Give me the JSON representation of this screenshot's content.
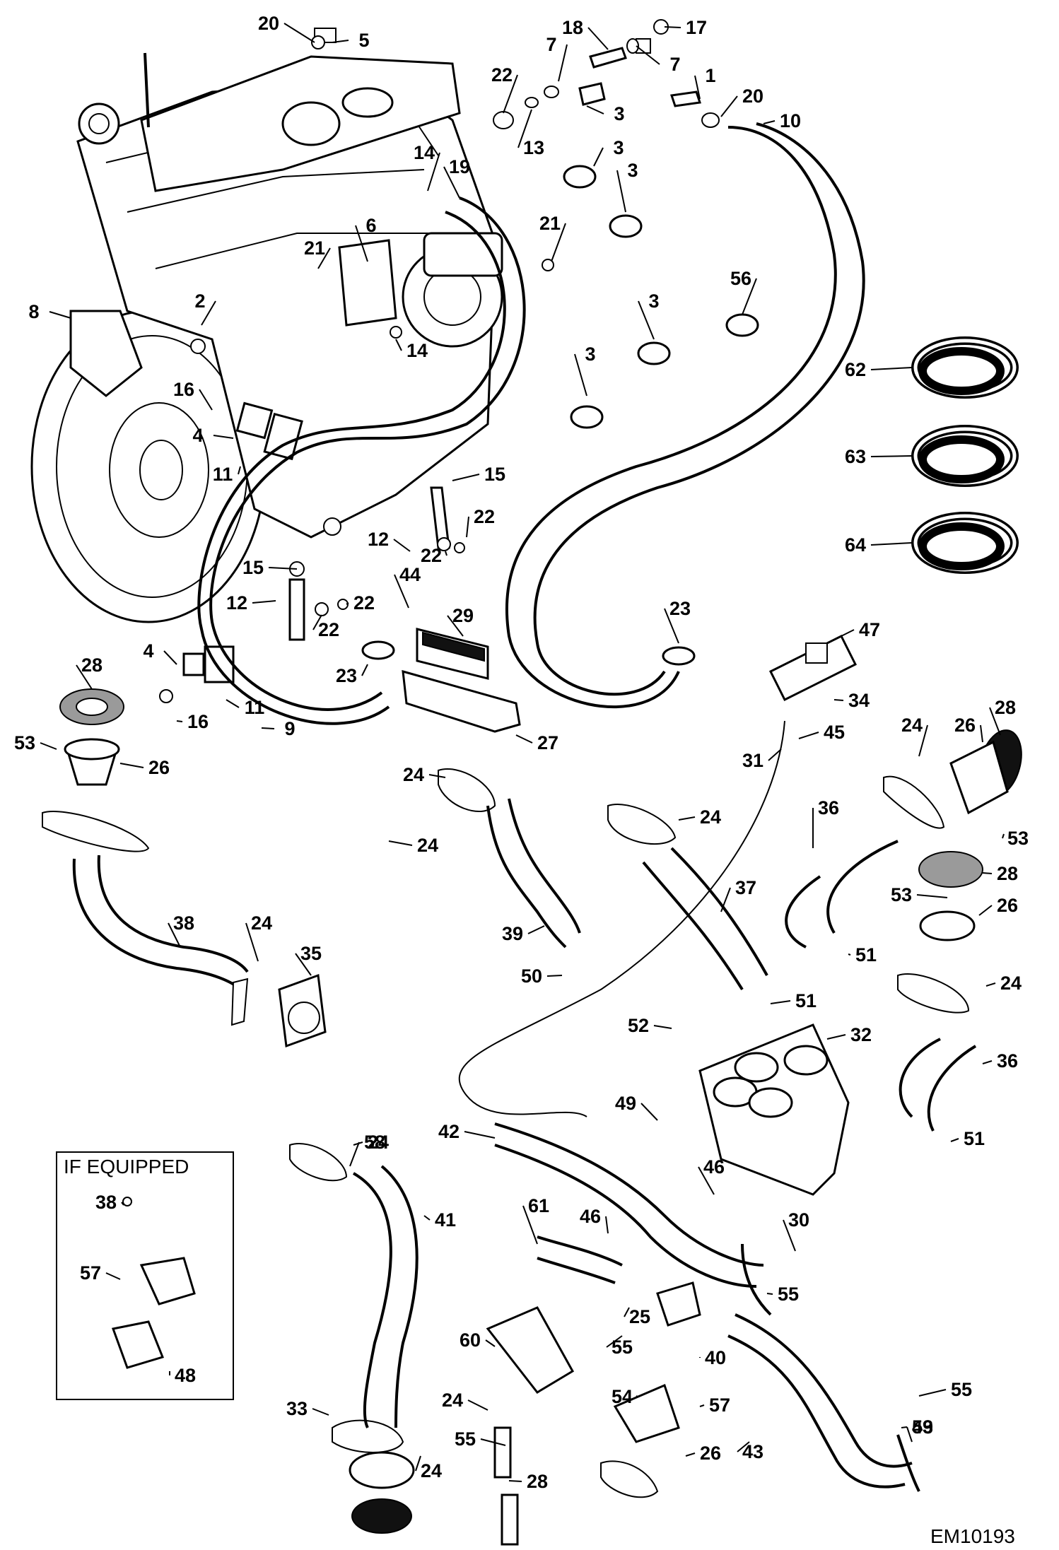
{
  "figure_code": "EM10193",
  "inset": {
    "title": "IF EQUIPPED"
  },
  "callouts": [
    {
      "label": "20"
    },
    {
      "label": "5"
    },
    {
      "label": "18"
    },
    {
      "label": "17"
    },
    {
      "label": "7"
    },
    {
      "label": "22"
    },
    {
      "label": "7"
    },
    {
      "label": "1"
    },
    {
      "label": "20"
    },
    {
      "label": "10"
    },
    {
      "label": "3"
    },
    {
      "label": "13"
    },
    {
      "label": "14"
    },
    {
      "label": "19"
    },
    {
      "label": "3"
    },
    {
      "label": "3"
    },
    {
      "label": "21"
    },
    {
      "label": "6"
    },
    {
      "label": "21"
    },
    {
      "label": "8"
    },
    {
      "label": "2"
    },
    {
      "label": "14"
    },
    {
      "label": "3"
    },
    {
      "label": "56"
    },
    {
      "label": "62"
    },
    {
      "label": "3"
    },
    {
      "label": "16"
    },
    {
      "label": "4"
    },
    {
      "label": "63"
    },
    {
      "label": "11"
    },
    {
      "label": "15"
    },
    {
      "label": "22"
    },
    {
      "label": "12"
    },
    {
      "label": "64"
    },
    {
      "label": "22"
    },
    {
      "label": "15"
    },
    {
      "label": "44"
    },
    {
      "label": "12"
    },
    {
      "label": "22"
    },
    {
      "label": "22"
    },
    {
      "label": "29"
    },
    {
      "label": "23"
    },
    {
      "label": "47"
    },
    {
      "label": "4"
    },
    {
      "label": "28"
    },
    {
      "label": "23"
    },
    {
      "label": "34"
    },
    {
      "label": "28"
    },
    {
      "label": "11"
    },
    {
      "label": "16"
    },
    {
      "label": "9"
    },
    {
      "label": "53"
    },
    {
      "label": "26"
    },
    {
      "label": "27"
    },
    {
      "label": "45"
    },
    {
      "label": "26"
    },
    {
      "label": "24"
    },
    {
      "label": "24"
    },
    {
      "label": "31"
    },
    {
      "label": "24"
    },
    {
      "label": "24"
    },
    {
      "label": "36"
    },
    {
      "label": "53"
    },
    {
      "label": "28"
    },
    {
      "label": "37"
    },
    {
      "label": "53"
    },
    {
      "label": "26"
    },
    {
      "label": "38"
    },
    {
      "label": "24"
    },
    {
      "label": "39"
    },
    {
      "label": "35"
    },
    {
      "label": "51"
    },
    {
      "label": "24"
    },
    {
      "label": "50"
    },
    {
      "label": "51"
    },
    {
      "label": "52"
    },
    {
      "label": "32"
    },
    {
      "label": "36"
    },
    {
      "label": "49"
    },
    {
      "label": "24"
    },
    {
      "label": "42"
    },
    {
      "label": "51"
    },
    {
      "label": "46"
    },
    {
      "label": "58"
    },
    {
      "label": "38"
    },
    {
      "label": "41"
    },
    {
      "label": "61"
    },
    {
      "label": "46"
    },
    {
      "label": "30"
    },
    {
      "label": "55"
    },
    {
      "label": "57"
    },
    {
      "label": "25"
    },
    {
      "label": "60"
    },
    {
      "label": "55"
    },
    {
      "label": "40"
    },
    {
      "label": "48"
    },
    {
      "label": "54"
    },
    {
      "label": "57"
    },
    {
      "label": "55"
    },
    {
      "label": "24"
    },
    {
      "label": "43"
    },
    {
      "label": "33"
    },
    {
      "label": "59"
    },
    {
      "label": "55"
    },
    {
      "label": "24"
    },
    {
      "label": "26"
    },
    {
      "label": "43"
    },
    {
      "label": "28"
    }
  ]
}
